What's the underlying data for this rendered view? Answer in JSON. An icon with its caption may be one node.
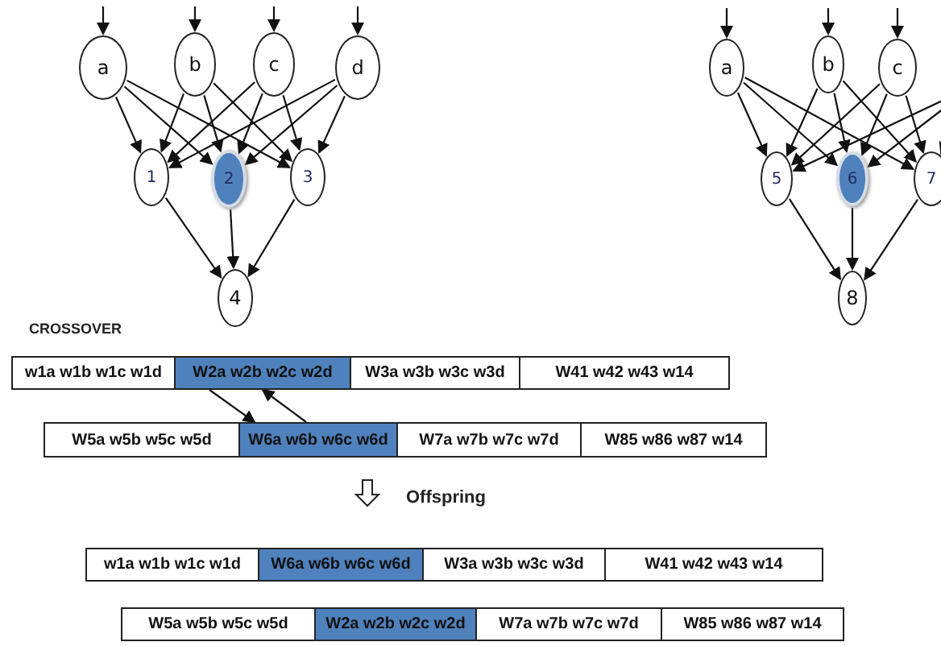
{
  "diagram": {
    "nodes": [
      {
        "text": [
          "a"
        ]
      },
      {
        "text": [
          "b"
        ]
      },
      {
        "text": [
          "c"
        ]
      },
      {
        "text": [
          "d"
        ]
      },
      {
        "text": [
          "1"
        ]
      },
      {
        "text": [
          "2"
        ]
      },
      {
        "text": [
          "3"
        ]
      },
      {
        "text": [
          "4"
        ]
      },
      {
        "text": [
          "a"
        ]
      },
      {
        "text": [
          "b"
        ]
      },
      {
        "text": [
          "c"
        ]
      },
      {
        "text": [
          "5"
        ]
      },
      {
        "text": [
          "6"
        ]
      },
      {
        "text": [
          "7"
        ]
      },
      {
        "text": [
          "8"
        ]
      },
      {
        "text": [
          "w1a w1b w1c w1d"
        ]
      },
      {
        "text": [
          "W2a w2b w2c w2d"
        ]
      },
      {
        "text": [
          "W3a w3b w3c w3d"
        ]
      },
      {
        "text": [
          "W41 w42 w43 w14"
        ]
      },
      {
        "text": [
          "W5a w5b w5c w5d"
        ]
      },
      {
        "text": [
          "W6a w6b w6c w6d"
        ]
      },
      {
        "text": [
          "W7a w7b w7c w7d"
        ]
      },
      {
        "text": [
          "W85 w86 w87 w14"
        ]
      },
      {
        "text": [
          "w1a w1b w1c w1d"
        ]
      },
      {
        "text": [
          "W6a w6b w6c w6d"
        ]
      },
      {
        "text": [
          "W3a w3b w3c w3d"
        ]
      },
      {
        "text": [
          "W41 w42 w43 w14"
        ]
      },
      {
        "text": [
          "W5a w5b w5c w5d"
        ]
      },
      {
        "text": [
          "W2a w2b w2c w2d"
        ]
      },
      {
        "text": [
          "W7a w7b w7c w7d"
        ]
      },
      {
        "text": [
          "W85 w86 w87 w14"
        ]
      }
    ],
    "edges": [
      {
        "from": null,
        "to": 0,
        "arrow": "to"
      },
      {
        "from": null,
        "to": 1,
        "arrow": "to"
      },
      {
        "from": null,
        "to": 2,
        "arrow": "to"
      },
      {
        "from": null,
        "to": 3,
        "arrow": "to"
      },
      {
        "from": 0,
        "to": 4,
        "arrow": "to"
      },
      {
        "from": 0,
        "to": 5,
        "arrow": "to"
      },
      {
        "from": 0,
        "to": 6,
        "arrow": "to"
      },
      {
        "from": 1,
        "to": 4,
        "arrow": "to"
      },
      {
        "from": 1,
        "to": 5,
        "arrow": "to"
      },
      {
        "from": 1,
        "to": 6,
        "arrow": "to"
      },
      {
        "from": 2,
        "to": 4,
        "arrow": "to"
      },
      {
        "from": 2,
        "to": 5,
        "arrow": "to"
      },
      {
        "from": 2,
        "to": 6,
        "arrow": "to"
      },
      {
        "from": 3,
        "to": 4,
        "arrow": "to"
      },
      {
        "from": 3,
        "to": 5,
        "arrow": "to"
      },
      {
        "from": 3,
        "to": 6,
        "arrow": "to"
      },
      {
        "from": 4,
        "to": 7,
        "arrow": "to"
      },
      {
        "from": 5,
        "to": 7,
        "arrow": "to"
      },
      {
        "from": 6,
        "to": 7,
        "arrow": "to"
      },
      {
        "from": null,
        "to": 8,
        "arrow": "to"
      },
      {
        "from": null,
        "to": 9,
        "arrow": "to"
      },
      {
        "from": null,
        "to": 10,
        "arrow": "to"
      },
      {
        "from": 8,
        "to": 11,
        "arrow": "to"
      },
      {
        "from": 8,
        "to": 12,
        "arrow": "to"
      },
      {
        "from": 8,
        "to": 13,
        "arrow": "to"
      },
      {
        "from": 9,
        "to": 11,
        "arrow": "to"
      },
      {
        "from": 9,
        "to": 12,
        "arrow": "to"
      },
      {
        "from": 9,
        "to": 13,
        "arrow": "to"
      },
      {
        "from": 10,
        "to": 11,
        "arrow": "to"
      },
      {
        "from": 10,
        "to": 12,
        "arrow": "to"
      },
      {
        "from": 10,
        "to": 13,
        "arrow": "to"
      },
      {
        "from": null,
        "to": 11,
        "arrow": "to"
      },
      {
        "from": null,
        "to": 12,
        "arrow": "to"
      },
      {
        "from": null,
        "to": 13,
        "arrow": "to"
      },
      {
        "from": 11,
        "to": 14,
        "arrow": "to"
      },
      {
        "from": 12,
        "to": 14,
        "arrow": "to"
      },
      {
        "from": 13,
        "to": 14,
        "arrow": "to"
      },
      {
        "from": 16,
        "to": 20,
        "arrow": "to"
      },
      {
        "from": 20,
        "to": 16,
        "arrow": "to"
      }
    ],
    "labels": [
      "CROSSOVER",
      "Offspring"
    ]
  }
}
